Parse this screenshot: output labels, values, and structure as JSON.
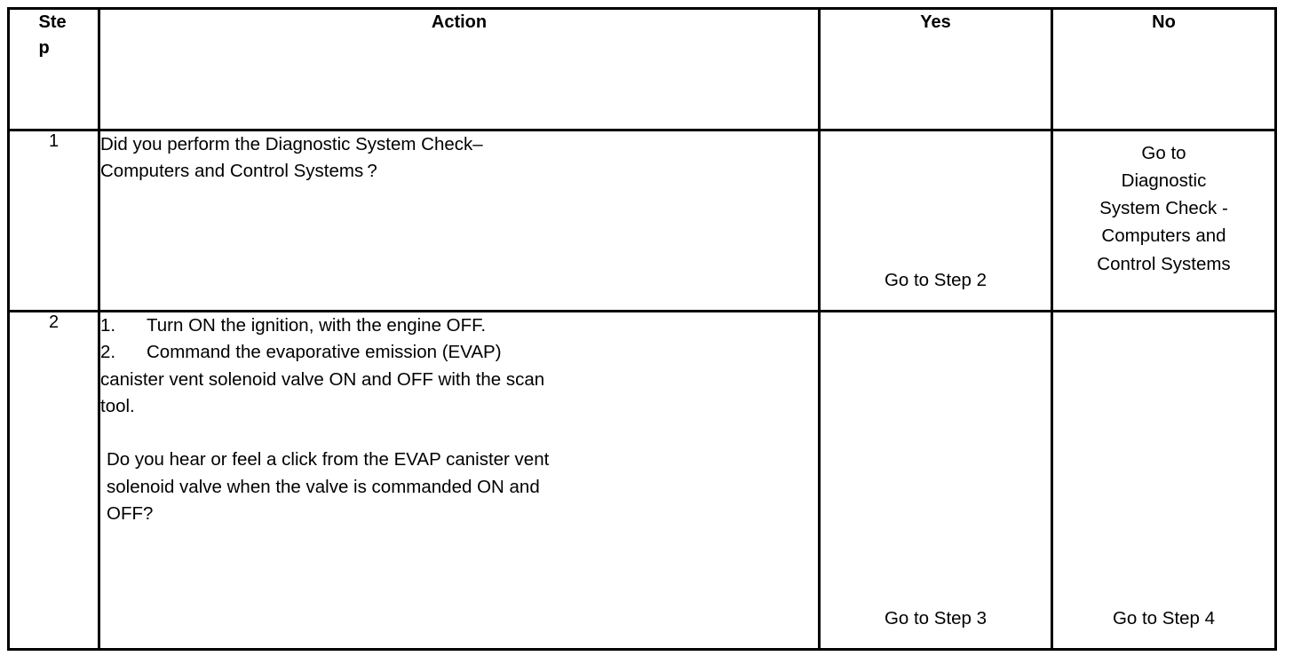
{
  "document": {
    "type": "diagnostic-procedure-table",
    "background_color": "#ffffff",
    "text_color": "#000000",
    "border_color": "#000000"
  },
  "table": {
    "headers": {
      "step": "Step",
      "step_line1": "St",
      "step_line2": "ep",
      "action": "Action",
      "yes": "Yes",
      "no": "No"
    },
    "rows": [
      {
        "step": "1",
        "action": {
          "kind": "paragraph",
          "lines": [
            "Did you perform the Diagnostic System Check–",
            "Computers and Control Systems ?"
          ],
          "text": "Did you perform the Diagnostic System Check–Computers and Control Systems?"
        },
        "yes": {
          "lines": [
            "Go to Step 2"
          ],
          "text": "Go to Step 2"
        },
        "no": {
          "lines": [
            "Go to",
            "Diagnostic",
            "System Check -",
            "Computers and",
            "Control Systems"
          ],
          "text": "Go to Diagnostic System Check - Computers and Control Systems"
        }
      },
      {
        "step": "2",
        "action": {
          "kind": "numbered-list-and-question",
          "list": [
            {
              "number": "1.",
              "lines": [
                "Turn ON the ignition, with the engine OFF."
              ],
              "text": "Turn ON the ignition, with the engine OFF."
            },
            {
              "number": "2.",
              "lines": [
                "Command the evaporative emission (EVAP)",
                "canister vent solenoid valve ON and OFF with the scan",
                "tool."
              ],
              "text": "Command the evaporative emission (EVAP) canister vent solenoid valve ON and OFF with the scan tool."
            }
          ],
          "question": {
            "lines": [
              "Do you hear or feel a click from the EVAP canister vent",
              "solenoid valve when the valve is commanded ON and",
              "OFF?"
            ],
            "text": "Do you hear or feel a click from the EVAP canister vent solenoid valve when the valve is commanded ON and OFF?"
          }
        },
        "yes": {
          "lines": [
            "Go to Step 3"
          ],
          "text": "Go to Step 3"
        },
        "no": {
          "lines": [
            "Go to Step 4"
          ],
          "text": "Go to Step 4"
        }
      }
    ]
  }
}
